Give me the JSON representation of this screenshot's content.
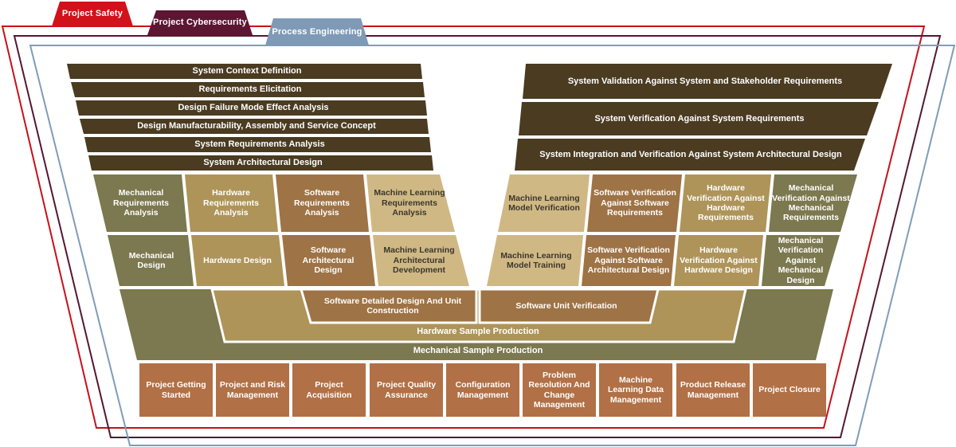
{
  "tabs": [
    {
      "label": "Project Safety",
      "color": "#d2121a",
      "frame_color": "#c8101a"
    },
    {
      "label": "Project Cybersecurity",
      "color": "#5c1632",
      "frame_color": "#551731"
    },
    {
      "label": "Process Engineering",
      "color": "#7e9ab6",
      "frame_color": "#7e9cba"
    }
  ],
  "left_bars": [
    "System Context Definition",
    "Requirements Elicitation",
    "Design Failure Mode Effect Analysis",
    "Design Manufacturability, Assembly and Service Concept",
    "System Requirements Analysis",
    "System Architectural Design"
  ],
  "right_bars": [
    "System Validation Against System and Stakeholder Requirements",
    "System Verification Against System Requirements",
    "System Integration and Verification Against System Architectural Design"
  ],
  "row1_left": [
    "Mechanical Requirements Analysis",
    "Hardware Requirements Analysis",
    "Software Requirements Analysis",
    "Machine Learning Requirements Analysis"
  ],
  "row2_left": [
    "Mechanical Design",
    "Hardware Design",
    "Software Architectural Design",
    "Machine Learning Architectural Development"
  ],
  "row1_right": [
    "Machine Learning Model Verification",
    "Software Verification Against Software Requirements",
    "Hardware Verification Against Hardware Requirements",
    "Mechanical Verification Against Mechanical Requirements"
  ],
  "row2_right": [
    "Machine Learning Model Training",
    "Software Verification Against Software Architectural Design",
    "Hardware Verification Against Hardware Design",
    "Mechanical Verification Against Mechanical Design"
  ],
  "software_row": {
    "left": "Software Detailed Design And Unit Construction",
    "right": "Software Unit Verification"
  },
  "bands": {
    "hardware": "Hardware Sample Production",
    "mechanical": "Mechanical Sample Production"
  },
  "bottom_row": [
    "Project Getting Started",
    "Project and Risk Management",
    "Project Acquisition",
    "Project Quality Assurance",
    "Configuration Management",
    "Problem Resolution And Change Management",
    "Machine Learning Data Management",
    "Product Release Management",
    "Project Closure"
  ],
  "palette": {
    "bar_dark": "#4a3b21",
    "mechanical": "#7c784f",
    "hardware": "#ae9459",
    "software": "#9e7345",
    "machine_learning": "#d0b885",
    "ml_text_color": "#3a372c",
    "project_management": "#b17046",
    "white": "#ffffff"
  }
}
